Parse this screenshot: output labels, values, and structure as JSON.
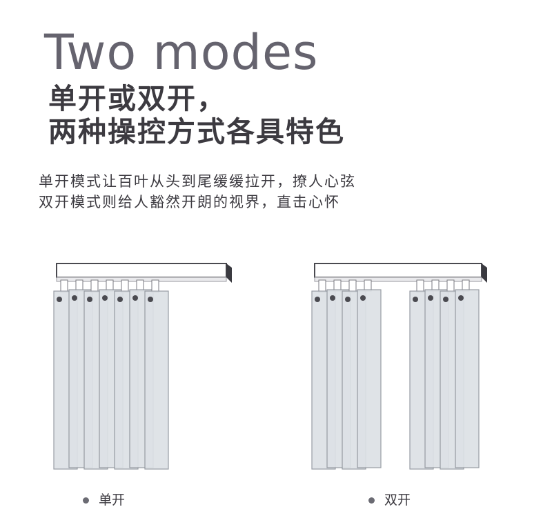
{
  "heading": {
    "title_en": "Two modes",
    "title_cn_line1": "单开或双开，",
    "title_cn_line2": "两种操控方式各具特色"
  },
  "description": {
    "line1": "单开模式让百叶从头到尾缓缓拉开，撩人心弦",
    "line2": "双开模式则给人豁然开朗的视界，直击心怀"
  },
  "modes": [
    {
      "label": "单开"
    },
    {
      "label": "双开"
    }
  ],
  "colors": {
    "title_en": "#65636e",
    "text": "#3c3a40",
    "slat_fill": "#dde1e6",
    "slat_stroke": "#8f949c"
  }
}
